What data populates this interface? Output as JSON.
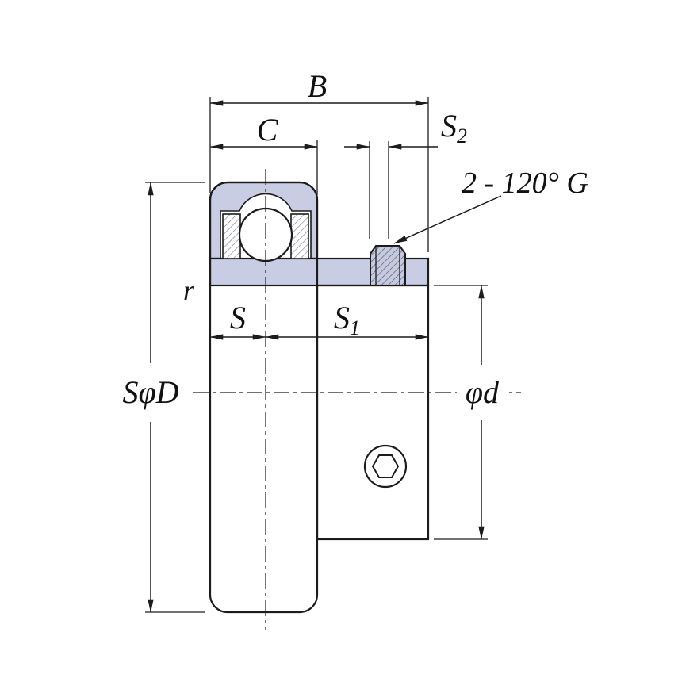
{
  "figure": {
    "type": "technical-drawing",
    "subject": "Insert ball bearing unit outline drawing with dimension symbols",
    "background": "#ffffff",
    "line_color": "#1c1c1c",
    "section_fill": "#c9cde3",
    "screw_fill": "#c6cade",
    "labels": {
      "B": "B",
      "C": "C",
      "S2_base": "S",
      "S2_sub": "2",
      "set_screw_note": "2 - 120° G",
      "r": "r",
      "S": "S",
      "S1_base": "S",
      "S1_sub": "1",
      "outer_diameter": "SφD",
      "bore_diameter": "φd"
    }
  }
}
